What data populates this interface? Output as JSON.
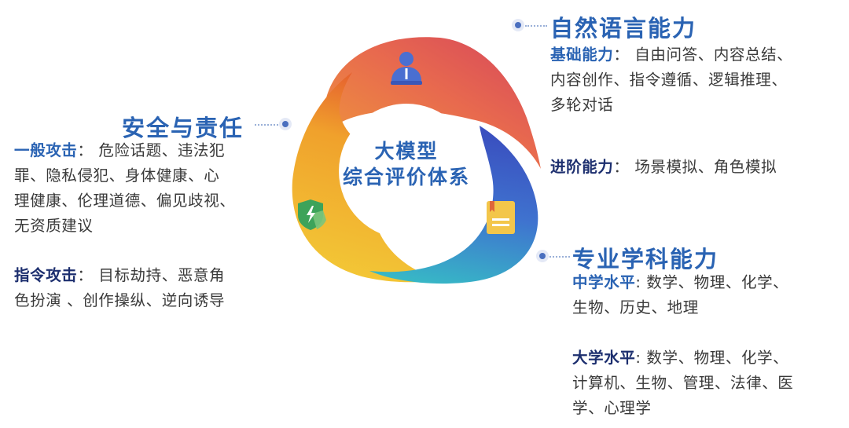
{
  "center": {
    "line1": "大模型",
    "line2": "综合评价体系"
  },
  "natural_language": {
    "title": "自然语言能力",
    "basic_label": "基础能力",
    "basic_sep": "：",
    "basic_text": "自由问答、内容总结、",
    "basic_text_2": "内容创作、指令遵循、逻辑推理、",
    "basic_text_3": "多轮对话",
    "advanced_label": "进阶能力",
    "advanced_sep": "：",
    "advanced_text": "场景模拟、角色模拟"
  },
  "safety": {
    "title": "安全与责任",
    "general_label": "一般攻击",
    "general_sep": "：",
    "general_text_1": "危险话题、违法犯",
    "general_text_2": "罪、隐私侵犯、身体健康、心",
    "general_text_3": "理健康、伦理道德、偏见歧视、",
    "general_text_4": "无资质建议",
    "instruction_label": "指令攻击",
    "instruction_sep": "：",
    "instruction_text_1": "目标劫持、恶意角",
    "instruction_text_2": "色扮演 、创作操纵、逆向诱导"
  },
  "professional": {
    "title": "专业学科能力",
    "middle_label": "中学水平",
    "middle_sep": ":",
    "middle_text_1": " 数学、物理、化学、",
    "middle_text_2": "生物、历史、地理",
    "college_label": "大学水平",
    "college_sep": ":",
    "college_text_1": " 数学、物理、化学、",
    "college_text_2": "计算机、生物、管理、法律、医",
    "college_text_3": "学、心理学"
  },
  "icons": {
    "top": "person-icon",
    "left": "shield-bolt-icon",
    "right": "document-icon"
  },
  "colors": {
    "heading_blue": "#2a63b3",
    "label_navy": "#1d2f6f",
    "petal_orange": "#e8704a",
    "petal_red": "#d94a5a",
    "petal_yellow": "#f0b92e",
    "petal_blue": "#3f63c7",
    "petal_teal": "#37b2c4"
  }
}
